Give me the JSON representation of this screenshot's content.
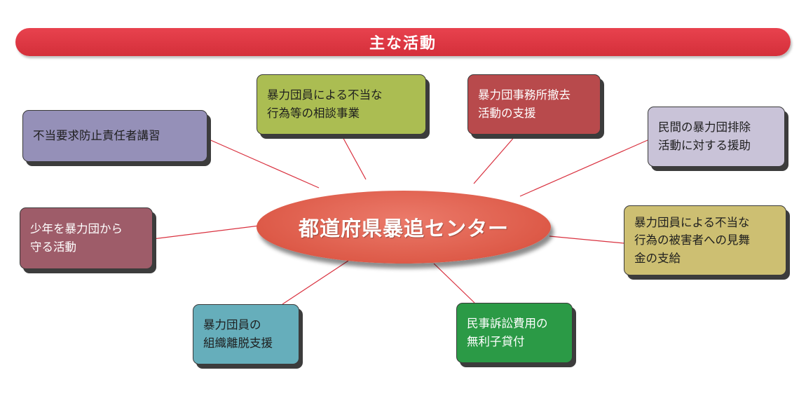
{
  "banner": {
    "title": "主な活動"
  },
  "center": {
    "label": "都道府県暴追センター"
  },
  "activities": [
    {
      "label": "不当要求防止責任者講習",
      "color": "#9590b8",
      "text_color": "#1e1e1e"
    },
    {
      "label": "暴力団員による不当な\n行為等の相談事業",
      "color": "#abbd52",
      "text_color": "#1e1e1e"
    },
    {
      "label": "暴力団事務所撤去\n活動の支援",
      "color": "#b84a4c",
      "text_color": "#ffffff"
    },
    {
      "label": "民間の暴力団排除\n活動に対する援助",
      "color": "#c9c3d8",
      "text_color": "#1e1e1e"
    },
    {
      "label": "少年を暴力団から\n守る活動",
      "color": "#9e5c69",
      "text_color": "#ffffff"
    },
    {
      "label": "暴力団員による不当な\n行為の被害者への見舞\n金の支給",
      "color": "#cdbf72",
      "text_color": "#1e1e1e"
    },
    {
      "label": "暴力団員の\n組織離脱支援",
      "color": "#66aebb",
      "text_color": "#1e1e1e"
    },
    {
      "label": "民事訴訟費用の\n無利子貸付",
      "color": "#2b9a46",
      "text_color": "#ffffff"
    }
  ],
  "link_color": "#d9313f"
}
